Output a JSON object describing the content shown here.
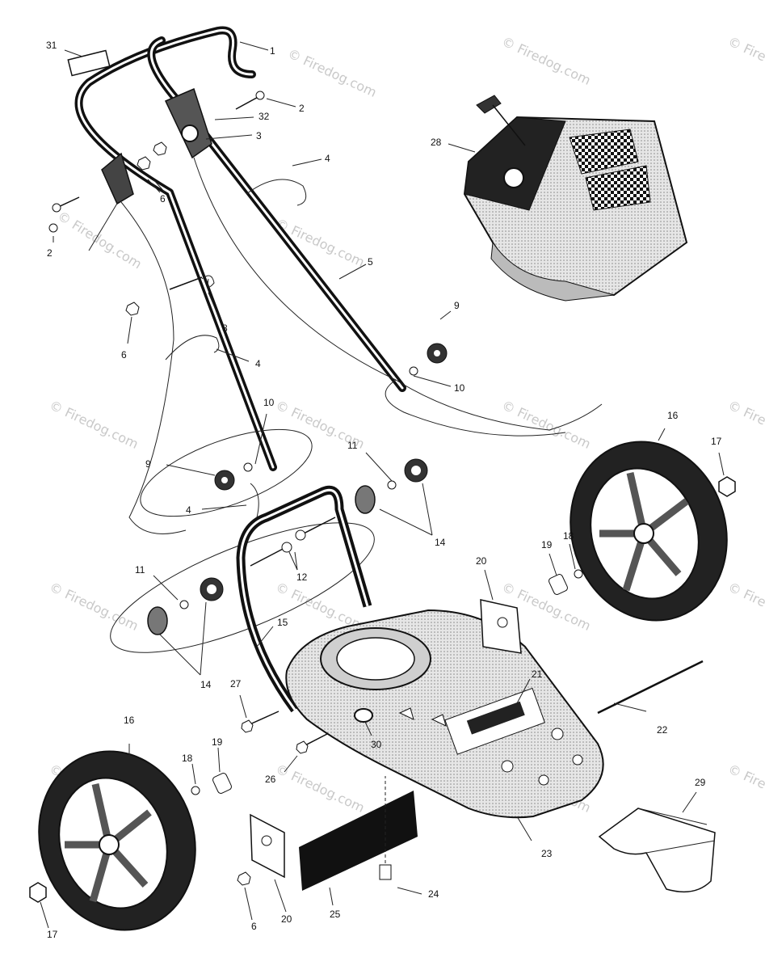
{
  "watermark": "© Firedog.com",
  "callouts": [
    {
      "id": "c1",
      "text": "1"
    },
    {
      "id": "c2a",
      "text": "2"
    },
    {
      "id": "c2b",
      "text": "2"
    },
    {
      "id": "c3",
      "text": "3"
    },
    {
      "id": "c4a",
      "text": "4"
    },
    {
      "id": "c4b",
      "text": "4"
    },
    {
      "id": "c4c",
      "text": "4"
    },
    {
      "id": "c5",
      "text": "5"
    },
    {
      "id": "c6a",
      "text": "6"
    },
    {
      "id": "c6b",
      "text": "6"
    },
    {
      "id": "c6c",
      "text": "6"
    },
    {
      "id": "c8",
      "text": "8"
    },
    {
      "id": "c9a",
      "text": "9"
    },
    {
      "id": "c9b",
      "text": "9"
    },
    {
      "id": "c10a",
      "text": "10"
    },
    {
      "id": "c10b",
      "text": "10"
    },
    {
      "id": "c11a",
      "text": "11"
    },
    {
      "id": "c11b",
      "text": "11"
    },
    {
      "id": "c12",
      "text": "12"
    },
    {
      "id": "c14a",
      "text": "14"
    },
    {
      "id": "c14b",
      "text": "14"
    },
    {
      "id": "c15",
      "text": "15"
    },
    {
      "id": "c16a",
      "text": "16"
    },
    {
      "id": "c16b",
      "text": "16"
    },
    {
      "id": "c17a",
      "text": "17"
    },
    {
      "id": "c17b",
      "text": "17"
    },
    {
      "id": "c18a",
      "text": "18"
    },
    {
      "id": "c18b",
      "text": "18"
    },
    {
      "id": "c19a",
      "text": "19"
    },
    {
      "id": "c19b",
      "text": "19"
    },
    {
      "id": "c20a",
      "text": "20"
    },
    {
      "id": "c20b",
      "text": "20"
    },
    {
      "id": "c21",
      "text": "21"
    },
    {
      "id": "c22",
      "text": "22"
    },
    {
      "id": "c23",
      "text": "23"
    },
    {
      "id": "c24",
      "text": "24"
    },
    {
      "id": "c25",
      "text": "25"
    },
    {
      "id": "c26",
      "text": "26"
    },
    {
      "id": "c27",
      "text": "27"
    },
    {
      "id": "c28",
      "text": "28"
    },
    {
      "id": "c29",
      "text": "29"
    },
    {
      "id": "c30",
      "text": "30"
    },
    {
      "id": "c31",
      "text": "31"
    },
    {
      "id": "c32",
      "text": "32"
    }
  ]
}
